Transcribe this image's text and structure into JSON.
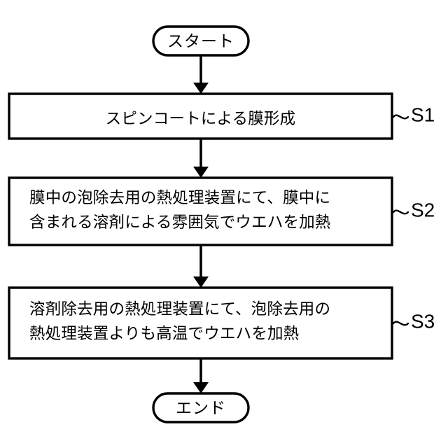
{
  "diagram": {
    "type": "flowchart",
    "orientation": "vertical",
    "background_color": "#ffffff",
    "line_color": "#000000",
    "start_terminal": {
      "label": "スタート",
      "shape": "stadium"
    },
    "end_terminal": {
      "label": "エンド",
      "shape": "stadium"
    },
    "steps": [
      {
        "code": "S1",
        "connector": "~",
        "shape": "rectangle",
        "align": "center",
        "lines": [
          "スピンコートによる膜形成"
        ]
      },
      {
        "code": "S2",
        "connector": "~",
        "shape": "rectangle",
        "align": "left",
        "lines": [
          "膜中の泡除去用の熱処理装置にて、膜中に",
          "含まれる溶剤による雰囲気でウエハを加熱"
        ]
      },
      {
        "code": "S3",
        "connector": "~",
        "shape": "rectangle",
        "align": "left",
        "lines": [
          "溶剤除去用の熱処理装置にて、泡除去用の",
          "熱処理装置よりも高温でウエハを加熱"
        ]
      }
    ],
    "arrows": [
      {
        "name": "arrow-start-to-s1"
      },
      {
        "name": "arrow-s1-to-s2"
      },
      {
        "name": "arrow-s2-to-s3"
      },
      {
        "name": "arrow-s3-to-end"
      }
    ]
  }
}
